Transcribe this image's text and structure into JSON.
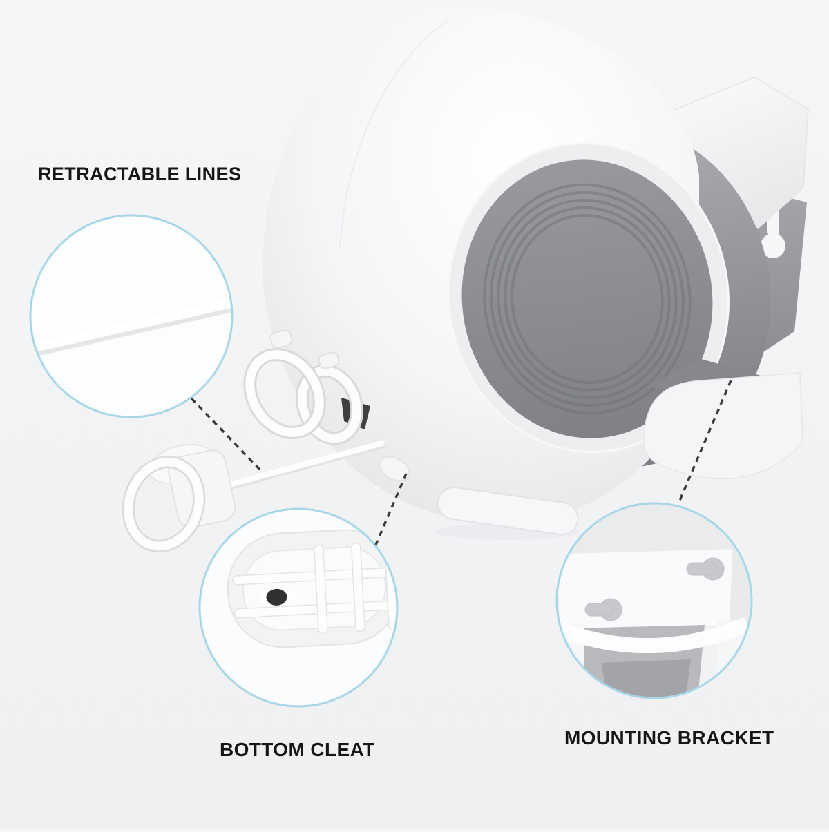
{
  "figure": {
    "type": "product-callout-diagram",
    "subject": "wall-mounted retractable double clothesline reel"
  },
  "theme": {
    "background_top": "#f5f6f8",
    "background_bottom": "#eef0f2",
    "callout_circle_color": "#a9d6e6",
    "leader_line_color": "#3a3b3d",
    "label_color": "#161616",
    "body_white": "#fbfcfd",
    "disc_gray": "#8e9093",
    "keyhole_gray": "#c7c9cc"
  },
  "callouts": [
    {
      "id": "retractable-lines",
      "label": "RETRACTABLE LINES"
    },
    {
      "id": "bottom-cleat",
      "label": "BOTTOM CLEAT"
    },
    {
      "id": "mounting-bracket",
      "label": "MOUNTING BRACKET"
    }
  ]
}
